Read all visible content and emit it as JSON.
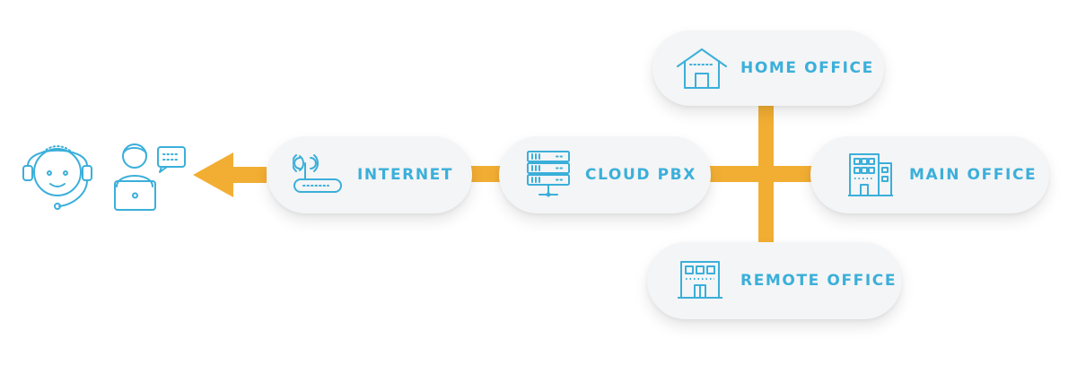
{
  "colors": {
    "connector": "#F2AE33",
    "accent": "#3BAFDA",
    "pill_bg": "#f4f5f6"
  },
  "users": {
    "headset_agent_icon": "headset-agent-icon",
    "laptop_user_icon": "laptop-user-icon"
  },
  "nodes": {
    "internet": {
      "label": "INTERNET",
      "icon": "router-icon"
    },
    "cloud_pbx": {
      "label": "CLOUD PBX",
      "icon": "server-icon"
    },
    "home_office": {
      "label": "HOME OFFICE",
      "icon": "house-icon"
    },
    "main_office": {
      "label": "MAIN OFFICE",
      "icon": "office-building-icon"
    },
    "remote_office": {
      "label": "REMOTE OFFICE",
      "icon": "small-building-icon"
    }
  }
}
